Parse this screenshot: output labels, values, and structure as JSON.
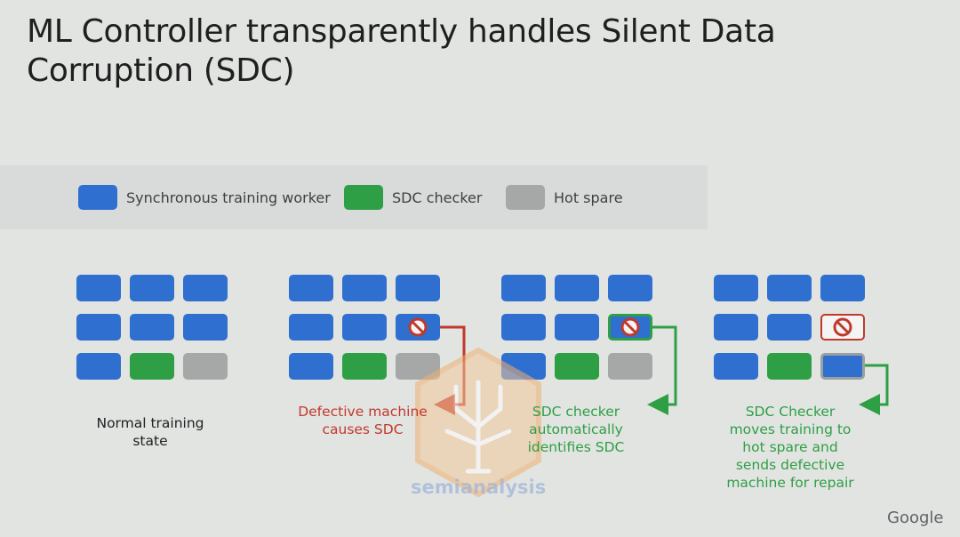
{
  "title": "ML Controller transparently handles Silent Data Corruption (SDC)",
  "legend": [
    {
      "label": "Synchronous training worker",
      "color": "#2f6fd0"
    },
    {
      "label": "SDC checker",
      "color": "#2e9f44"
    },
    {
      "label": "Hot spare",
      "color": "#a6a8a8"
    }
  ],
  "stages": [
    {
      "caption": [
        "Normal training",
        "state"
      ]
    },
    {
      "caption": [
        "Defective machine",
        "causes SDC"
      ]
    },
    {
      "caption": [
        "SDC checker",
        "automatically",
        "identifies SDC"
      ]
    },
    {
      "caption": [
        "SDC Checker",
        "moves training to",
        "hot spare and",
        "sends defective",
        "machine for repair"
      ]
    }
  ],
  "brand": "Google",
  "watermark": "semianalysis",
  "colors": {
    "worker": "#2f6fd0",
    "checker": "#2e9f44",
    "spare": "#a6a8a8",
    "defect": "#c0392b"
  }
}
